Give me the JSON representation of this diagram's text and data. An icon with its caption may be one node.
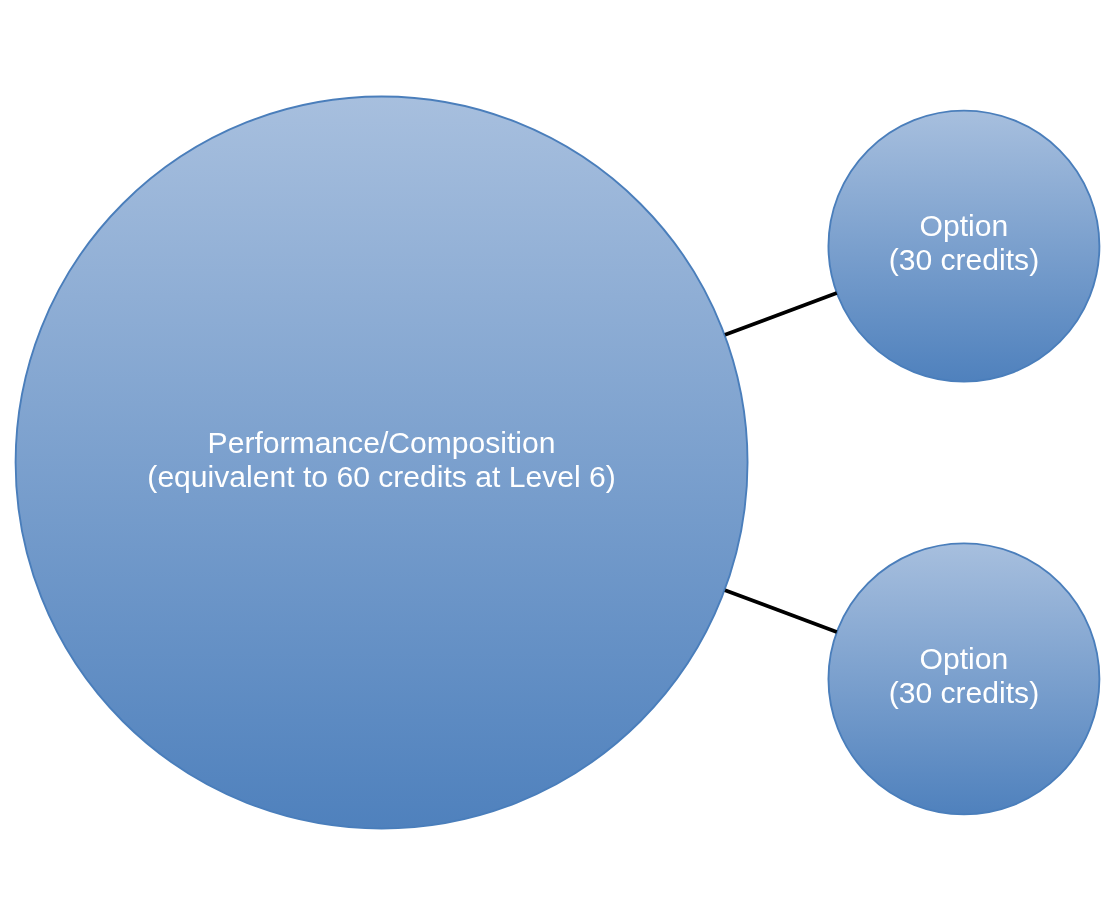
{
  "diagram": {
    "nodes": [
      {
        "text": [
          "Performance/Composition",
          "(equivalent to 60 credits at Level 6)"
        ]
      },
      {
        "text": [
          "Option",
          "(30 credits)"
        ]
      },
      {
        "text": [
          "Option",
          "(30 credits)"
        ]
      }
    ],
    "edges": [
      {
        "from": 0,
        "to": 1,
        "arrow": "none"
      },
      {
        "from": 0,
        "to": 2,
        "arrow": "none"
      }
    ]
  }
}
